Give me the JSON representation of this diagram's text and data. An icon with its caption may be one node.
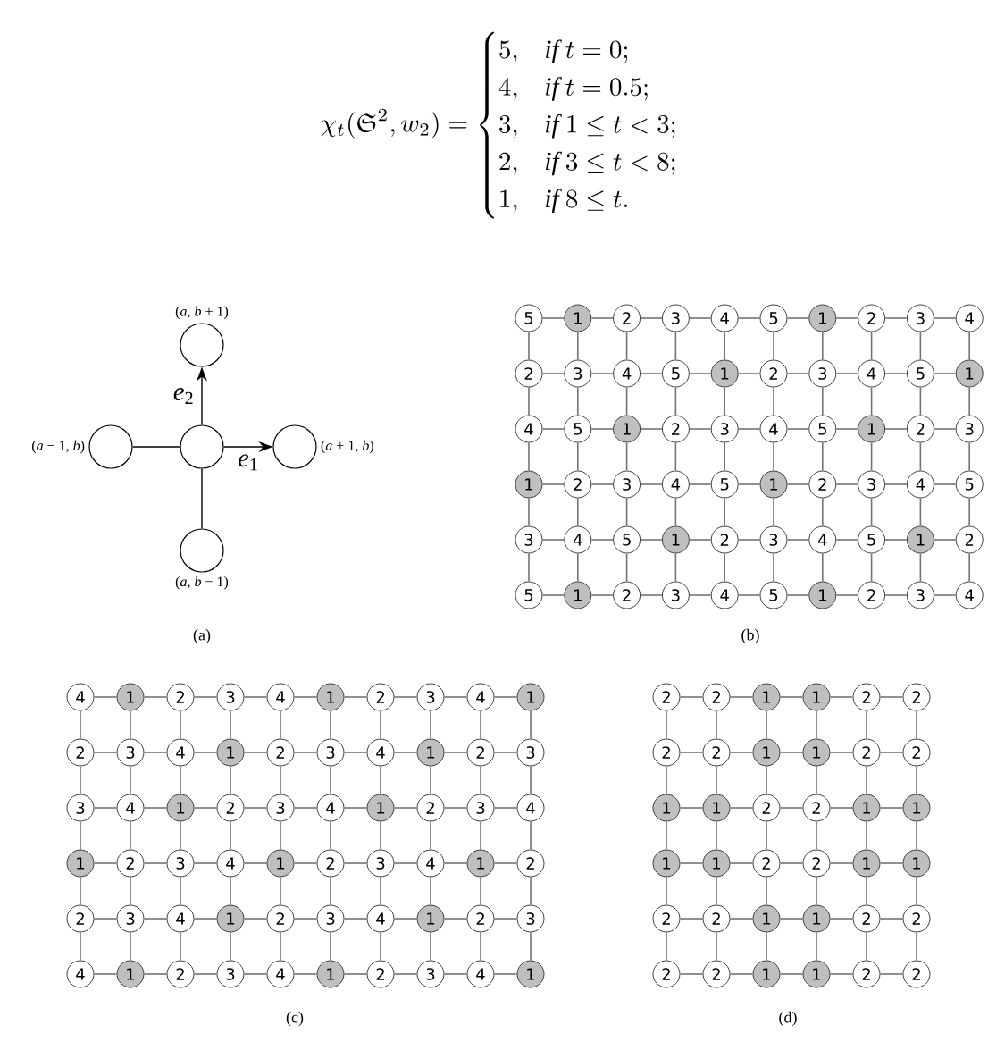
{
  "diagram": {
    "nodes": [
      {
        "text": [],
        "shape": "circle",
        "beside": [
          "(*a*, *b* + 1)"
        ]
      },
      {
        "text": [],
        "shape": "circle",
        "beside": [
          "(*a* − 1, *b*)"
        ]
      },
      {
        "text": [],
        "shape": "circle"
      },
      {
        "text": [],
        "shape": "circle",
        "beside": [
          "(*a* + 1, *b*)"
        ]
      },
      {
        "text": [],
        "shape": "circle",
        "beside": [
          "(*a*, *b* − 1)"
        ]
      },
      {
        "text": [
          "5"
        ]
      },
      {
        "text": [
          "1"
        ]
      },
      {
        "text": [
          "2"
        ]
      },
      {
        "text": [
          "3"
        ]
      },
      {
        "text": [
          "4"
        ]
      },
      {
        "text": [
          "5"
        ]
      },
      {
        "text": [
          "1"
        ]
      },
      {
        "text": [
          "2"
        ]
      },
      {
        "text": [
          "3"
        ]
      },
      {
        "text": [
          "4"
        ]
      },
      {
        "text": [
          "2"
        ]
      },
      {
        "text": [
          "3"
        ]
      },
      {
        "text": [
          "4"
        ]
      },
      {
        "text": [
          "5"
        ]
      },
      {
        "text": [
          "1"
        ]
      },
      {
        "text": [
          "2"
        ]
      },
      {
        "text": [
          "3"
        ]
      },
      {
        "text": [
          "4"
        ]
      },
      {
        "text": [
          "5"
        ]
      },
      {
        "text": [
          "1"
        ]
      },
      {
        "text": [
          "4"
        ]
      },
      {
        "text": [
          "5"
        ]
      },
      {
        "text": [
          "1"
        ]
      },
      {
        "text": [
          "2"
        ]
      },
      {
        "text": [
          "3"
        ]
      },
      {
        "text": [
          "4"
        ]
      },
      {
        "text": [
          "5"
        ]
      },
      {
        "text": [
          "1"
        ]
      },
      {
        "text": [
          "2"
        ]
      },
      {
        "text": [
          "3"
        ]
      },
      {
        "text": [
          "1"
        ]
      },
      {
        "text": [
          "2"
        ]
      },
      {
        "text": [
          "3"
        ]
      },
      {
        "text": [
          "4"
        ]
      },
      {
        "text": [
          "5"
        ]
      },
      {
        "text": [
          "1"
        ]
      },
      {
        "text": [
          "2"
        ]
      },
      {
        "text": [
          "3"
        ]
      },
      {
        "text": [
          "4"
        ]
      },
      {
        "text": [
          "5"
        ]
      },
      {
        "text": [
          "3"
        ]
      },
      {
        "text": [
          "4"
        ]
      },
      {
        "text": [
          "5"
        ]
      },
      {
        "text": [
          "1"
        ]
      },
      {
        "text": [
          "2"
        ]
      },
      {
        "text": [
          "3"
        ]
      },
      {
        "text": [
          "4"
        ]
      },
      {
        "text": [
          "5"
        ]
      },
      {
        "text": [
          "1"
        ]
      },
      {
        "text": [
          "2"
        ]
      },
      {
        "text": [
          "5"
        ]
      },
      {
        "text": [
          "1"
        ]
      },
      {
        "text": [
          "2"
        ]
      },
      {
        "text": [
          "3"
        ]
      },
      {
        "text": [
          "4"
        ]
      },
      {
        "text": [
          "5"
        ]
      },
      {
        "text": [
          "1"
        ]
      },
      {
        "text": [
          "2"
        ]
      },
      {
        "text": [
          "3"
        ]
      },
      {
        "text": [
          "4"
        ]
      },
      {
        "text": [
          "4"
        ]
      },
      {
        "text": [
          "1"
        ]
      },
      {
        "text": [
          "2"
        ]
      },
      {
        "text": [
          "3"
        ]
      },
      {
        "text": [
          "4"
        ]
      },
      {
        "text": [
          "1"
        ]
      },
      {
        "text": [
          "2"
        ]
      },
      {
        "text": [
          "3"
        ]
      },
      {
        "text": [
          "4"
        ]
      },
      {
        "text": [
          "1"
        ]
      },
      {
        "text": [
          "2"
        ]
      },
      {
        "text": [
          "3"
        ]
      },
      {
        "text": [
          "4"
        ]
      },
      {
        "text": [
          "1"
        ]
      },
      {
        "text": [
          "2"
        ]
      },
      {
        "text": [
          "3"
        ]
      },
      {
        "text": [
          "4"
        ]
      },
      {
        "text": [
          "1"
        ]
      },
      {
        "text": [
          "2"
        ]
      },
      {
        "text": [
          "3"
        ]
      },
      {
        "text": [
          "3"
        ]
      },
      {
        "text": [
          "4"
        ]
      },
      {
        "text": [
          "1"
        ]
      },
      {
        "text": [
          "2"
        ]
      },
      {
        "text": [
          "3"
        ]
      },
      {
        "text": [
          "4"
        ]
      },
      {
        "text": [
          "1"
        ]
      },
      {
        "text": [
          "2"
        ]
      },
      {
        "text": [
          "3"
        ]
      },
      {
        "text": [
          "4"
        ]
      },
      {
        "text": [
          "1"
        ]
      },
      {
        "text": [
          "2"
        ]
      },
      {
        "text": [
          "3"
        ]
      },
      {
        "text": [
          "4"
        ]
      },
      {
        "text": [
          "1"
        ]
      },
      {
        "text": [
          "2"
        ]
      },
      {
        "text": [
          "3"
        ]
      },
      {
        "text": [
          "4"
        ]
      },
      {
        "text": [
          "1"
        ]
      },
      {
        "text": [
          "2"
        ]
      },
      {
        "text": [
          "2"
        ]
      },
      {
        "text": [
          "3"
        ]
      },
      {
        "text": [
          "4"
        ]
      },
      {
        "text": [
          "1"
        ]
      },
      {
        "text": [
          "2"
        ]
      },
      {
        "text": [
          "3"
        ]
      },
      {
        "text": [
          "4"
        ]
      },
      {
        "text": [
          "1"
        ]
      },
      {
        "text": [
          "2"
        ]
      },
      {
        "text": [
          "3"
        ]
      },
      {
        "text": [
          "4"
        ]
      },
      {
        "text": [
          "1"
        ]
      },
      {
        "text": [
          "2"
        ]
      },
      {
        "text": [
          "3"
        ]
      },
      {
        "text": [
          "4"
        ]
      },
      {
        "text": [
          "1"
        ]
      },
      {
        "text": [
          "2"
        ]
      },
      {
        "text": [
          "3"
        ]
      },
      {
        "text": [
          "4"
        ]
      },
      {
        "text": [
          "1"
        ]
      },
      {
        "text": [
          "2"
        ]
      },
      {
        "text": [
          "2"
        ]
      },
      {
        "text": [
          "1"
        ]
      },
      {
        "text": [
          "1"
        ]
      },
      {
        "text": [
          "2"
        ]
      },
      {
        "text": [
          "2"
        ]
      },
      {
        "text": [
          "2"
        ]
      },
      {
        "text": [
          "2"
        ]
      },
      {
        "text": [
          "1"
        ]
      },
      {
        "text": [
          "1"
        ]
      },
      {
        "text": [
          "2"
        ]
      },
      {
        "text": [
          "2"
        ]
      },
      {
        "text": [
          "1"
        ]
      },
      {
        "text": [
          "1"
        ]
      },
      {
        "text": [
          "2"
        ]
      },
      {
        "text": [
          "2"
        ]
      },
      {
        "text": [
          "1"
        ]
      },
      {
        "text": [
          "1"
        ]
      },
      {
        "text": [
          "1"
        ]
      },
      {
        "text": [
          "1"
        ]
      },
      {
        "text": [
          "2"
        ]
      },
      {
        "text": [
          "2"
        ]
      },
      {
        "text": [
          "1"
        ]
      },
      {
        "text": [
          "1"
        ]
      },
      {
        "text": [
          "2"
        ]
      },
      {
        "text": [
          "2"
        ]
      },
      {
        "text": [
          "1"
        ]
      },
      {
        "text": [
          "1"
        ]
      },
      {
        "text": [
          "2"
        ]
      },
      {
        "text": [
          "2"
        ]
      },
      {
        "text": [
          "2"
        ]
      },
      {
        "text": [
          "2"
        ]
      },
      {
        "text": [
          "1"
        ]
      },
      {
        "text": [
          "1"
        ]
      },
      {
        "text": [
          "2"
        ]
      },
      {
        "text": [
          "2"
        ]
      }
    ],
    "edges": [
      {
        "from": 2,
        "to": 0,
        "arrow": "to",
        "label": "*e*$_{2}$",
        "color": "#000000"
      },
      {
        "from": 1,
        "to": 2,
        "arrow": "none",
        "color": "#000000"
      },
      {
        "from": 2,
        "to": 3,
        "arrow": "to",
        "label": "*e*$_{1}$",
        "color": "#000000"
      },
      {
        "from": 2,
        "to": 4,
        "arrow": "none",
        "color": "#000000"
      },
      {
        "from": 5,
        "to": 6,
        "arrow": "none"
      },
      {
        "from": 6,
        "to": 7,
        "arrow": "none"
      },
      {
        "from": 7,
        "to": 8,
        "arrow": "none"
      },
      {
        "from": 8,
        "to": 9,
        "arrow": "none"
      },
      {
        "from": 9,
        "to": 10,
        "arrow": "none"
      },
      {
        "from": 10,
        "to": 11,
        "arrow": "none"
      },
      {
        "from": 11,
        "to": 12,
        "arrow": "none"
      },
      {
        "from": 12,
        "to": 13,
        "arrow": "none"
      },
      {
        "from": 13,
        "to": 14,
        "arrow": "none"
      },
      {
        "from": 15,
        "to": 16,
        "arrow": "none"
      },
      {
        "from": 16,
        "to": 17,
        "arrow": "none"
      },
      {
        "from": 17,
        "to": 18,
        "arrow": "none"
      },
      {
        "from": 18,
        "to": 19,
        "arrow": "none"
      },
      {
        "from": 19,
        "to": 20,
        "arrow": "none"
      },
      {
        "from": 20,
        "to": 21,
        "arrow": "none"
      },
      {
        "from": 21,
        "to": 22,
        "arrow": "none"
      },
      {
        "from": 22,
        "to": 23,
        "arrow": "none"
      },
      {
        "from": 23,
        "to": 24,
        "arrow": "none"
      },
      {
        "from": 25,
        "to": 26,
        "arrow": "none"
      },
      {
        "from": 26,
        "to": 27,
        "arrow": "none"
      },
      {
        "from": 27,
        "to": 28,
        "arrow": "none"
      },
      {
        "from": 28,
        "to": 29,
        "arrow": "none"
      },
      {
        "from": 29,
        "to": 30,
        "arrow": "none"
      },
      {
        "from": 30,
        "to": 31,
        "arrow": "none"
      },
      {
        "from": 31,
        "to": 32,
        "arrow": "none"
      },
      {
        "from": 32,
        "to": 33,
        "arrow": "none"
      },
      {
        "from": 33,
        "to": 34,
        "arrow": "none"
      },
      {
        "from": 35,
        "to": 36,
        "arrow": "none"
      },
      {
        "from": 36,
        "to": 37,
        "arrow": "none"
      },
      {
        "from": 37,
        "to": 38,
        "arrow": "none"
      },
      {
        "from": 38,
        "to": 39,
        "arrow": "none"
      },
      {
        "from": 39,
        "to": 40,
        "arrow": "none"
      },
      {
        "from": 40,
        "to": 41,
        "arrow": "none"
      },
      {
        "from": 41,
        "to": 42,
        "arrow": "none"
      },
      {
        "from": 42,
        "to": 43,
        "arrow": "none"
      },
      {
        "from": 43,
        "to": 44,
        "arrow": "none"
      },
      {
        "from": 45,
        "to": 46,
        "arrow": "none"
      },
      {
        "from": 46,
        "to": 47,
        "arrow": "none"
      },
      {
        "from": 47,
        "to": 48,
        "arrow": "none"
      },
      {
        "from": 48,
        "to": 49,
        "arrow": "none"
      },
      {
        "from": 49,
        "to": 50,
        "arrow": "none"
      },
      {
        "from": 50,
        "to": 51,
        "arrow": "none"
      },
      {
        "from": 51,
        "to": 52,
        "arrow": "none"
      },
      {
        "from": 52,
        "to": 53,
        "arrow": "none"
      },
      {
        "from": 53,
        "to": 54,
        "arrow": "none"
      },
      {
        "from": 55,
        "to": 56,
        "arrow": "none"
      },
      {
        "from": 56,
        "to": 57,
        "arrow": "none"
      },
      {
        "from": 57,
        "to": 58,
        "arrow": "none"
      },
      {
        "from": 58,
        "to": 59,
        "arrow": "none"
      },
      {
        "from": 59,
        "to": 60,
        "arrow": "none"
      },
      {
        "from": 60,
        "to": 61,
        "arrow": "none"
      },
      {
        "from": 61,
        "to": 62,
        "arrow": "none"
      },
      {
        "from": 62,
        "to": 63,
        "arrow": "none"
      },
      {
        "from": 63,
        "to": 64,
        "arrow": "none"
      },
      {
        "from": 5,
        "to": 15,
        "arrow": "none"
      },
      {
        "from": 6,
        "to": 16,
        "arrow": "none"
      },
      {
        "from": 7,
        "to": 17,
        "arrow": "none"
      },
      {
        "from": 8,
        "to": 18,
        "arrow": "none"
      },
      {
        "from": 9,
        "to": 19,
        "arrow": "none"
      },
      {
        "from": 10,
        "to": 20,
        "arrow": "none"
      },
      {
        "from": 11,
        "to": 21,
        "arrow": "none"
      },
      {
        "from": 12,
        "to": 22,
        "arrow": "none"
      },
      {
        "from": 13,
        "to": 23,
        "arrow": "none"
      },
      {
        "from": 14,
        "to": 24,
        "arrow": "none"
      },
      {
        "from": 15,
        "to": 25,
        "arrow": "none"
      },
      {
        "from": 16,
        "to": 26,
        "arrow": "none"
      },
      {
        "from": 17,
        "to": 27,
        "arrow": "none"
      },
      {
        "from": 18,
        "to": 28,
        "arrow": "none"
      },
      {
        "from": 19,
        "to": 29,
        "arrow": "none"
      },
      {
        "from": 20,
        "to": 30,
        "arrow": "none"
      },
      {
        "from": 21,
        "to": 31,
        "arrow": "none"
      },
      {
        "from": 22,
        "to": 32,
        "arrow": "none"
      },
      {
        "from": 23,
        "to": 33,
        "arrow": "none"
      },
      {
        "from": 24,
        "to": 34,
        "arrow": "none"
      },
      {
        "from": 25,
        "to": 35,
        "arrow": "none"
      },
      {
        "from": 26,
        "to": 36,
        "arrow": "none"
      },
      {
        "from": 27,
        "to": 37,
        "arrow": "none"
      },
      {
        "from": 28,
        "to": 38,
        "arrow": "none"
      },
      {
        "from": 29,
        "to": 39,
        "arrow": "none"
      },
      {
        "from": 30,
        "to": 40,
        "arrow": "none"
      },
      {
        "from": 31,
        "to": 41,
        "arrow": "none"
      },
      {
        "from": 32,
        "to": 42,
        "arrow": "none"
      },
      {
        "from": 33,
        "to": 43,
        "arrow": "none"
      },
      {
        "from": 34,
        "to": 44,
        "arrow": "none"
      },
      {
        "from": 35,
        "to": 45,
        "arrow": "none"
      },
      {
        "from": 36,
        "to": 46,
        "arrow": "none"
      },
      {
        "from": 37,
        "to": 47,
        "arrow": "none"
      },
      {
        "from": 38,
        "to": 48,
        "arrow": "none"
      },
      {
        "from": 39,
        "to": 49,
        "arrow": "none"
      },
      {
        "from": 40,
        "to": 50,
        "arrow": "none"
      },
      {
        "from": 41,
        "to": 51,
        "arrow": "none"
      },
      {
        "from": 42,
        "to": 52,
        "arrow": "none"
      },
      {
        "from": 43,
        "to": 53,
        "arrow": "none"
      },
      {
        "from": 44,
        "to": 54,
        "arrow": "none"
      },
      {
        "from": 45,
        "to": 55,
        "arrow": "none"
      },
      {
        "from": 46,
        "to": 56,
        "arrow": "none"
      },
      {
        "from": 47,
        "to": 57,
        "arrow": "none"
      },
      {
        "from": 48,
        "to": 58,
        "arrow": "none"
      },
      {
        "from": 49,
        "to": 59,
        "arrow": "none"
      },
      {
        "from": 50,
        "to": 60,
        "arrow": "none"
      },
      {
        "from": 51,
        "to": 61,
        "arrow": "none"
      },
      {
        "from": 52,
        "to": 62,
        "arrow": "none"
      },
      {
        "from": 53,
        "to": 63,
        "arrow": "none"
      },
      {
        "from": 54,
        "to": 64,
        "arrow": "none"
      },
      {
        "from": 65,
        "to": 66,
        "arrow": "none"
      },
      {
        "from": 66,
        "to": 67,
        "arrow": "none"
      },
      {
        "from": 67,
        "to": 68,
        "arrow": "none"
      },
      {
        "from": 68,
        "to": 69,
        "arrow": "none"
      },
      {
        "from": 69,
        "to": 70,
        "arrow": "none"
      },
      {
        "from": 70,
        "to": 71,
        "arrow": "none"
      },
      {
        "from": 71,
        "to": 72,
        "arrow": "none"
      },
      {
        "from": 72,
        "to": 73,
        "arrow": "none"
      },
      {
        "from": 73,
        "to": 74,
        "arrow": "none"
      },
      {
        "from": 75,
        "to": 76,
        "arrow": "none"
      },
      {
        "from": 76,
        "to": 77,
        "arrow": "none"
      },
      {
        "from": 77,
        "to": 78,
        "arrow": "none"
      },
      {
        "from": 78,
        "to": 79,
        "arrow": "none"
      },
      {
        "from": 79,
        "to": 80,
        "arrow": "none"
      },
      {
        "from": 80,
        "to": 81,
        "arrow": "none"
      },
      {
        "from": 81,
        "to": 82,
        "arrow": "none"
      },
      {
        "from": 82,
        "to": 83,
        "arrow": "none"
      },
      {
        "from": 83,
        "to": 84,
        "arrow": "none"
      },
      {
        "from": 85,
        "to": 86,
        "arrow": "none"
      },
      {
        "from": 86,
        "to": 87,
        "arrow": "none"
      },
      {
        "from": 87,
        "to": 88,
        "arrow": "none"
      },
      {
        "from": 88,
        "to": 89,
        "arrow": "none"
      },
      {
        "from": 89,
        "to": 90,
        "arrow": "none"
      },
      {
        "from": 90,
        "to": 91,
        "arrow": "none"
      },
      {
        "from": 91,
        "to": 92,
        "arrow": "none"
      },
      {
        "from": 92,
        "to": 93,
        "arrow": "none"
      },
      {
        "from": 93,
        "to": 94,
        "arrow": "none"
      },
      {
        "from": 95,
        "to": 96,
        "arrow": "none"
      },
      {
        "from": 96,
        "to": 97,
        "arrow": "none"
      },
      {
        "from": 97,
        "to": 98,
        "arrow": "none"
      },
      {
        "from": 98,
        "to": 99,
        "arrow": "none"
      },
      {
        "from": 99,
        "to": 100,
        "arrow": "none"
      },
      {
        "from": 100,
        "to": 101,
        "arrow": "none"
      },
      {
        "from": 101,
        "to": 102,
        "arrow": "none"
      },
      {
        "from": 102,
        "to": 103,
        "arrow": "none"
      },
      {
        "from": 103,
        "to": 104,
        "arrow": "none"
      },
      {
        "from": 105,
        "to": 106,
        "arrow": "none"
      },
      {
        "from": 106,
        "to": 107,
        "arrow": "none"
      },
      {
        "from": 107,
        "to": 108,
        "arrow": "none"
      },
      {
        "from": 108,
        "to": 109,
        "arrow": "none"
      },
      {
        "from": 109,
        "to": 110,
        "arrow": "none"
      },
      {
        "from": 110,
        "to": 111,
        "arrow": "none"
      },
      {
        "from": 111,
        "to": 112,
        "arrow": "none"
      },
      {
        "from": 112,
        "to": 113,
        "arrow": "none"
      },
      {
        "from": 113,
        "to": 114,
        "arrow": "none"
      },
      {
        "from": 115,
        "to": 116,
        "arrow": "none"
      },
      {
        "from": 116,
        "to": 117,
        "arrow": "none"
      },
      {
        "from": 117,
        "to": 118,
        "arrow": "none"
      },
      {
        "from": 118,
        "to": 119,
        "arrow": "none"
      },
      {
        "from": 119,
        "to": 120,
        "arrow": "none"
      },
      {
        "from": 120,
        "to": 121,
        "arrow": "none"
      },
      {
        "from": 121,
        "to": 122,
        "arrow": "none"
      },
      {
        "from": 122,
        "to": 123,
        "arrow": "none"
      },
      {
        "from": 123,
        "to": 124,
        "arrow": "none"
      },
      {
        "from": 65,
        "to": 75,
        "arrow": "none"
      },
      {
        "from": 66,
        "to": 76,
        "arrow": "none"
      },
      {
        "from": 67,
        "to": 77,
        "arrow": "none"
      },
      {
        "from": 68,
        "to": 78,
        "arrow": "none"
      },
      {
        "from": 69,
        "to": 79,
        "arrow": "none"
      },
      {
        "from": 70,
        "to": 80,
        "arrow": "none"
      },
      {
        "from": 71,
        "to": 81,
        "arrow": "none"
      },
      {
        "from": 72,
        "to": 82,
        "arrow": "none"
      },
      {
        "from": 73,
        "to": 83,
        "arrow": "none"
      },
      {
        "from": 74,
        "to": 84,
        "arrow": "none"
      },
      {
        "from": 75,
        "to": 85,
        "arrow": "none"
      },
      {
        "from": 76,
        "to": 86,
        "arrow": "none"
      },
      {
        "from": 77,
        "to": 87,
        "arrow": "none"
      },
      {
        "from": 78,
        "to": 88,
        "arrow": "none"
      },
      {
        "from": 79,
        "to": 89,
        "arrow": "none"
      },
      {
        "from": 80,
        "to": 90,
        "arrow": "none"
      },
      {
        "from": 81,
        "to": 91,
        "arrow": "none"
      },
      {
        "from": 82,
        "to": 92,
        "arrow": "none"
      },
      {
        "from": 83,
        "to": 93,
        "arrow": "none"
      },
      {
        "from": 84,
        "to": 94,
        "arrow": "none"
      },
      {
        "from": 85,
        "to": 95,
        "arrow": "none"
      },
      {
        "from": 86,
        "to": 96,
        "arrow": "none"
      },
      {
        "from": 87,
        "to": 97,
        "arrow": "none"
      },
      {
        "from": 88,
        "to": 98,
        "arrow": "none"
      },
      {
        "from": 89,
        "to": 99,
        "arrow": "none"
      },
      {
        "from": 90,
        "to": 100,
        "arrow": "none"
      },
      {
        "from": 91,
        "to": 101,
        "arrow": "none"
      },
      {
        "from": 92,
        "to": 102,
        "arrow": "none"
      },
      {
        "from": 93,
        "to": 103,
        "arrow": "none"
      },
      {
        "from": 94,
        "to": 104,
        "arrow": "none"
      },
      {
        "from": 95,
        "to": 105,
        "arrow": "none"
      },
      {
        "from": 96,
        "to": 106,
        "arrow": "none"
      },
      {
        "from": 97,
        "to": 107,
        "arrow": "none"
      },
      {
        "from": 98,
        "to": 108,
        "arrow": "none"
      },
      {
        "from": 99,
        "to": 109,
        "arrow": "none"
      },
      {
        "from": 100,
        "to": 110,
        "arrow": "none"
      },
      {
        "from": 101,
        "to": 111,
        "arrow": "none"
      },
      {
        "from": 102,
        "to": 112,
        "arrow": "none"
      },
      {
        "from": 103,
        "to": 113,
        "arrow": "none"
      },
      {
        "from": 104,
        "to": 114,
        "arrow": "none"
      },
      {
        "from": 105,
        "to": 115,
        "arrow": "none"
      },
      {
        "from": 106,
        "to": 116,
        "arrow": "none"
      },
      {
        "from": 107,
        "to": 117,
        "arrow": "none"
      },
      {
        "from": 108,
        "to": 118,
        "arrow": "none"
      },
      {
        "from": 109,
        "to": 119,
        "arrow": "none"
      },
      {
        "from": 110,
        "to": 120,
        "arrow": "none"
      },
      {
        "from": 111,
        "to": 121,
        "arrow": "none"
      },
      {
        "from": 112,
        "to": 122,
        "arrow": "none"
      },
      {
        "from": 113,
        "to": 123,
        "arrow": "none"
      },
      {
        "from": 114,
        "to": 124,
        "arrow": "none"
      },
      {
        "from": 125,
        "to": 126,
        "arrow": "none"
      },
      {
        "from": 126,
        "to": 127,
        "arrow": "none"
      },
      {
        "from": 127,
        "to": 128,
        "arrow": "none"
      },
      {
        "from": 128,
        "to": 129,
        "arrow": "none"
      },
      {
        "from": 129,
        "to": 130,
        "arrow": "none"
      },
      {
        "from": 131,
        "to": 132,
        "arrow": "none"
      },
      {
        "from": 132,
        "to": 133,
        "arrow": "none"
      },
      {
        "from": 133,
        "to": 134,
        "arrow": "none"
      },
      {
        "from": 134,
        "to": 135,
        "arrow": "none"
      },
      {
        "from": 135,
        "to": 136,
        "arrow": "none"
      },
      {
        "from": 137,
        "to": 138,
        "arrow": "none"
      },
      {
        "from": 138,
        "to": 139,
        "arrow": "none"
      },
      {
        "from": 139,
        "to": 140,
        "arrow": "none"
      },
      {
        "from": 140,
        "to": 141,
        "arrow": "none"
      },
      {
        "from": 141,
        "to": 142,
        "arrow": "none"
      },
      {
        "from": 143,
        "to": 144,
        "arrow": "none"
      },
      {
        "from": 144,
        "to": 145,
        "arrow": "none"
      },
      {
        "from": 145,
        "to": 146,
        "arrow": "none"
      },
      {
        "from": 146,
        "to": 147,
        "arrow": "none"
      },
      {
        "from": 147,
        "to": 148,
        "arrow": "none"
      },
      {
        "from": 149,
        "to": 150,
        "arrow": "none"
      },
      {
        "from": 150,
        "to": 151,
        "arrow": "none"
      },
      {
        "from": 151,
        "to": 152,
        "arrow": "none"
      },
      {
        "from": 152,
        "to": 153,
        "arrow": "none"
      },
      {
        "from": 153,
        "to": 154,
        "arrow": "none"
      },
      {
        "from": 155,
        "to": 156,
        "arrow": "none"
      },
      {
        "from": 156,
        "to": 157,
        "arrow": "none"
      },
      {
        "from": 157,
        "to": 158,
        "arrow": "none"
      },
      {
        "from": 158,
        "to": 159,
        "arrow": "none"
      },
      {
        "from": 159,
        "to": 160,
        "arrow": "none"
      },
      {
        "from": 125,
        "to": 131,
        "arrow": "none"
      },
      {
        "from": 126,
        "to": 132,
        "arrow": "none"
      },
      {
        "from": 127,
        "to": 133,
        "arrow": "none"
      },
      {
        "from": 128,
        "to": 134,
        "arrow": "none"
      },
      {
        "from": 129,
        "to": 135,
        "arrow": "none"
      },
      {
        "from": 130,
        "to": 136,
        "arrow": "none"
      },
      {
        "from": 131,
        "to": 137,
        "arrow": "none"
      },
      {
        "from": 132,
        "to": 138,
        "arrow": "none"
      },
      {
        "from": 133,
        "to": 139,
        "arrow": "none"
      },
      {
        "from": 134,
        "to": 140,
        "arrow": "none"
      },
      {
        "from": 135,
        "to": 141,
        "arrow": "none"
      },
      {
        "from": 136,
        "to": 142,
        "arrow": "none"
      },
      {
        "from": 137,
        "to": 143,
        "arrow": "none"
      },
      {
        "from": 138,
        "to": 144,
        "arrow": "none"
      },
      {
        "from": 139,
        "to": 145,
        "arrow": "none"
      },
      {
        "from": 140,
        "to": 146,
        "arrow": "none"
      },
      {
        "from": 141,
        "to": 147,
        "arrow": "none"
      },
      {
        "from": 142,
        "to": 148,
        "arrow": "none"
      },
      {
        "from": 143,
        "to": 149,
        "arrow": "none"
      },
      {
        "from": 144,
        "to": 150,
        "arrow": "none"
      },
      {
        "from": 145,
        "to": 151,
        "arrow": "none"
      },
      {
        "from": 146,
        "to": 152,
        "arrow": "none"
      },
      {
        "from": 147,
        "to": 153,
        "arrow": "none"
      },
      {
        "from": 148,
        "to": 154,
        "arrow": "none"
      },
      {
        "from": 149,
        "to": 155,
        "arrow": "none"
      },
      {
        "from": 150,
        "to": 156,
        "arrow": "none"
      },
      {
        "from": 151,
        "to": 157,
        "arrow": "none"
      },
      {
        "from": 152,
        "to": 158,
        "arrow": "none"
      },
      {
        "from": 153,
        "to": 159,
        "arrow": "none"
      },
      {
        "from": 154,
        "to": 160,
        "arrow": "none"
      }
    ],
    "labels": [
      "\\chi_t(\\mathfrak{S}^2, w_2) = \\begin{cases} 5, & \\textit{if } t = 0;\\\\ 4, & \\textit{if } t = 0.5;\\\\ 3, & \\textit{if } 1 \\leq t < 3;\\\\ 2, & \\textit{if } 3 \\leq t < 8;\\\\ 1, & \\textit{if } 8 \\leq t. \\end{cases}",
      "(a)",
      "(b)",
      "(c)",
      "(d)"
    ]
  }
}
